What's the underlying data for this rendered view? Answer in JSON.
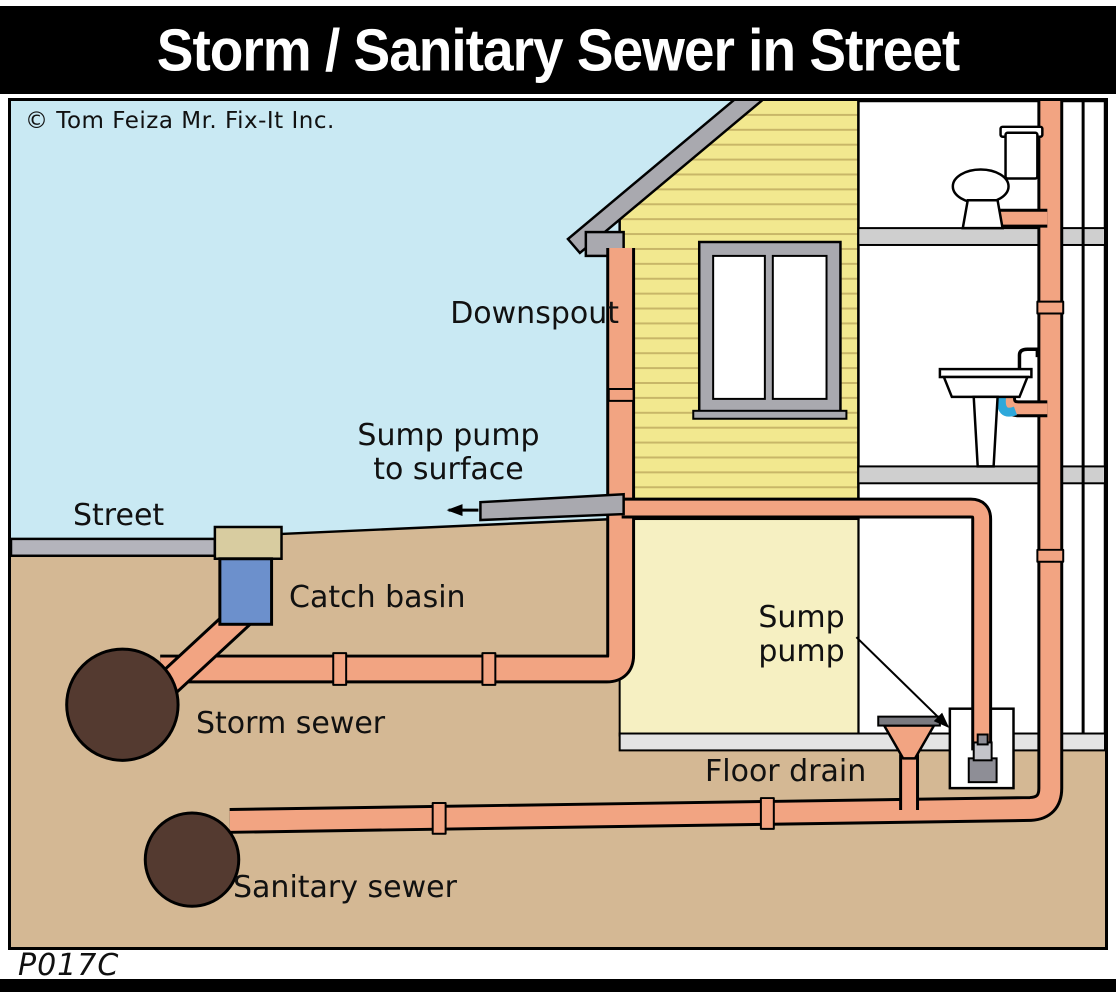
{
  "title": "Storm / Sanitary Sewer in Street",
  "copyright": "© Tom Feiza Mr. Fix-It Inc.",
  "code": "P017C",
  "labels": {
    "downspout": "Downspout",
    "sump_surface_1": "Sump pump",
    "sump_surface_2": "to surface",
    "street": "Street",
    "catch_basin": "Catch basin",
    "storm_sewer": "Storm sewer",
    "sump_pump_1": "Sump",
    "sump_pump_2": "pump",
    "floor_drain": "Floor drain",
    "sanitary_sewer": "Sanitary sewer"
  },
  "colors": {
    "sky": "#C9E9F3",
    "ground": "#D4B894",
    "siding": "#F2E88F",
    "siding_line": "#C8B668",
    "foundation": "#F6F0C2",
    "pipe": "#F2A482",
    "street": "#B4B4BC",
    "curb": "#D8CCA0",
    "catch_basin": "#6C90CC",
    "sewer_main": "#543A30",
    "metal_gray": "#A9A9AF",
    "trap_water": "#2EA8DB"
  }
}
